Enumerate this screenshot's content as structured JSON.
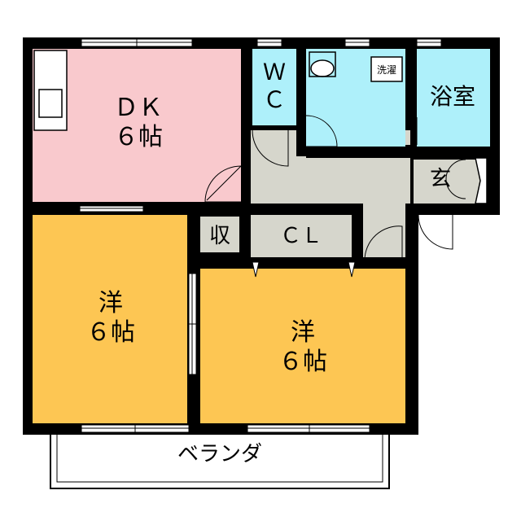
{
  "rooms": {
    "dk": {
      "name": "ＤＫ",
      "size": "６帖",
      "color": "#f9c9cd"
    },
    "wc": {
      "name_line1": "Ｗ",
      "name_line2": "Ｃ",
      "color": "#aef0fa"
    },
    "washroom": {
      "laundry_label": "洗濯",
      "color": "#aef0fa"
    },
    "bath": {
      "name": "浴室",
      "color": "#aef0fa"
    },
    "entrance": {
      "name": "玄",
      "color": "#d6d6cc"
    },
    "hall": {
      "color": "#d6d6cc"
    },
    "storage": {
      "name": "収",
      "color": "#d6d6cc"
    },
    "closet": {
      "name": "ＣＬ",
      "color": "#d6d6cc"
    },
    "western_left": {
      "name": "洋",
      "size": "６帖",
      "color": "#fdc653"
    },
    "western_right": {
      "name": "洋",
      "size": "６帖",
      "color": "#fdc653"
    }
  },
  "balcony": {
    "label": "ベランダ"
  },
  "colors": {
    "wall": "#000000",
    "window": "#ffffff"
  }
}
